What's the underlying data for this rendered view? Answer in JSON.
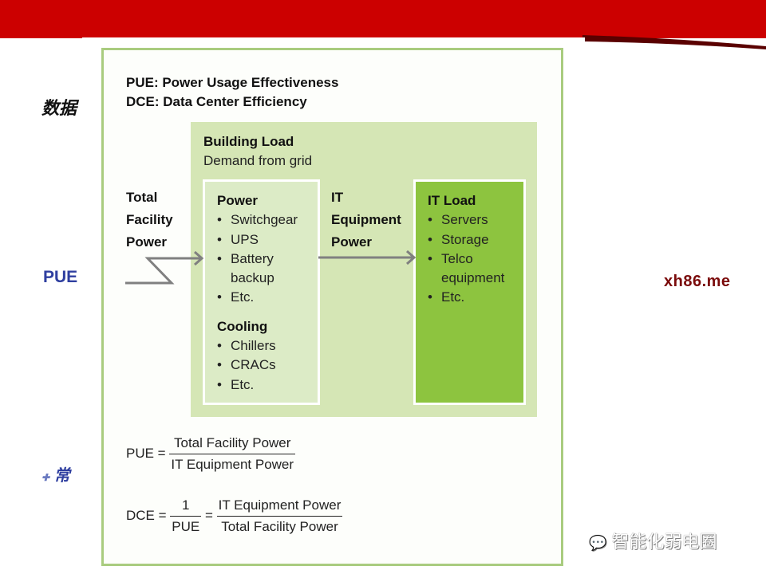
{
  "background": {
    "side_text_1": "数据",
    "side_text_2": "PUE",
    "side_text_3": "常",
    "watermark": "xh86.me",
    "brand": "智能化弱电圈"
  },
  "definitions": [
    "PUE: Power Usage Effectiveness",
    "DCE: Data Center Efficiency"
  ],
  "building_load": {
    "title": "Building Load",
    "subtitle": "Demand from grid"
  },
  "total_facility_power": [
    "Total",
    "Facility",
    "Power"
  ],
  "power_box": {
    "title": "Power",
    "items": [
      "Switchgear",
      "UPS",
      "Battery backup",
      "Etc."
    ],
    "cooling_title": "Cooling",
    "cooling_items": [
      "Chillers",
      "CRACs",
      "Etc."
    ]
  },
  "it_equipment_power": [
    "IT",
    "Equipment",
    "Power"
  ],
  "it_load": {
    "title": "IT Load",
    "items": [
      "Servers",
      "Storage",
      "Telco equipment",
      "Etc."
    ]
  },
  "formulas": {
    "pue": {
      "lhs": "PUE =",
      "num": "Total Facility Power",
      "den": "IT Equipment Power"
    },
    "dce": {
      "lhs": "DCE =",
      "num1": "1",
      "den1": "PUE",
      "eq": "=",
      "num2": "IT Equipment Power",
      "den2": "Total Facility Power"
    }
  },
  "colors": {
    "header": "#cc0000",
    "frame": "#a9cc7f",
    "building": "#d5e6b5",
    "it_load": "#8dc43f"
  }
}
